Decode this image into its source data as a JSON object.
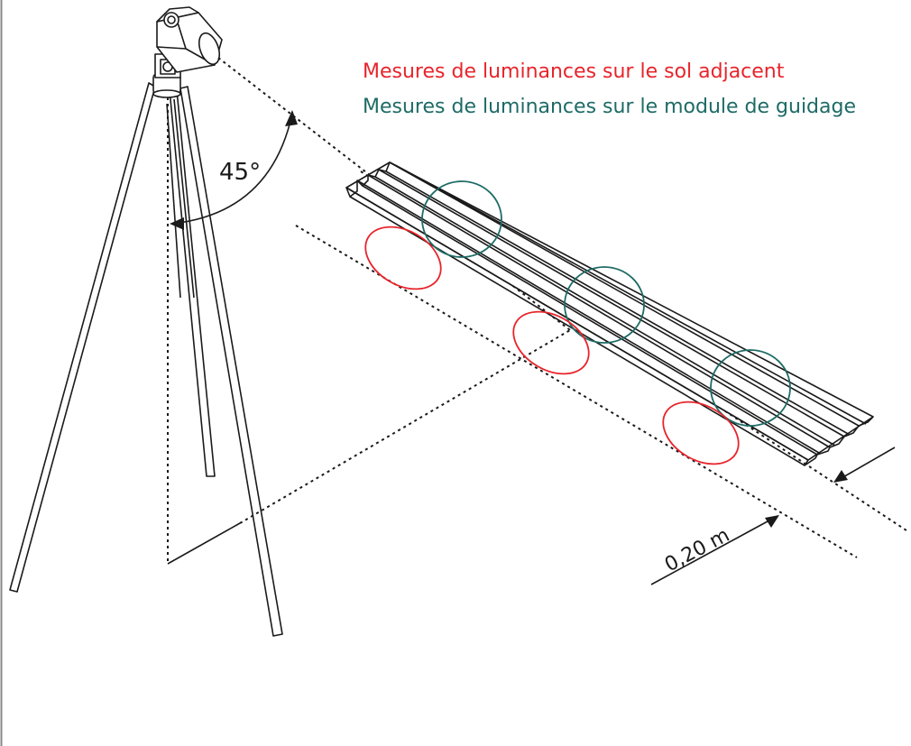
{
  "legend": {
    "ground_label": "Mesures de luminances sur le sol adjacent",
    "module_label": "Mesures de luminances sur le module de guidage",
    "ground_color": "#e8242b",
    "module_color": "#1e6b66"
  },
  "annotations": {
    "angle": "45°",
    "distance": "0,20 m"
  },
  "colors": {
    "line": "#1a1a1a",
    "background": "#ffffff",
    "border": "#888888"
  }
}
